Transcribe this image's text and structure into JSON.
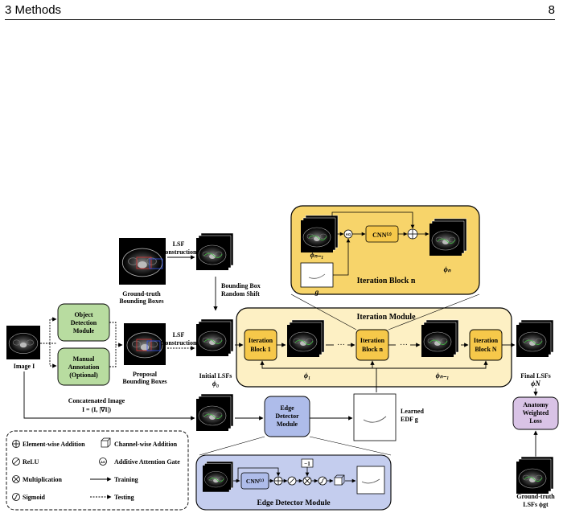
{
  "header": {
    "section": "3 Methods",
    "page_number": "8"
  },
  "figure": {
    "iteration_block_detail": {
      "title": "Iteration Block n",
      "input_phi": "ϕₙ₋₁",
      "input_g": "g",
      "ag_label": "AG",
      "cnn_label": "CNN⁽²⁾",
      "output_phi": "ϕₙ"
    },
    "top_left": {
      "gt_boxes_label_1": "Ground-truth",
      "gt_boxes_label_2": "Bounding Boxes",
      "lsf_construction_1": "LSF",
      "lsf_construction_2": "Construction",
      "shift_label_1": "Bounding Box",
      "shift_label_2": "Random Shift"
    },
    "iteration_module": {
      "title": "Iteration Module",
      "block1_l1": "Iteration",
      "block1_l2": "Block 1",
      "blockn_l1": "Iteration",
      "blockn_l2": "Block n",
      "blockN_l1": "Iteration",
      "blockN_l2": "Block N",
      "phi1": "ϕ₁",
      "phiN1": "ϕₙ₋₁",
      "dots1": "···",
      "dots2": "···"
    },
    "left": {
      "image_label": "Image I",
      "obj_det_1": "Object",
      "obj_det_2": "Detection",
      "obj_det_3": "Module",
      "manual_1": "Manual",
      "manual_2": "Annotation",
      "manual_3": "(Optional)",
      "proposal_1": "Proposal",
      "proposal_2": "Bounding Boxes",
      "lsf2_1": "LSF",
      "lsf2_2": "Construction",
      "init_1": "Initial LSFs",
      "init_2": "ϕ₀"
    },
    "right": {
      "final_1": "Final LSFs",
      "final_2": "ϕN",
      "loss_1": "Anatomy",
      "loss_2": "Weighted",
      "loss_3": "Loss",
      "gt_lsf_1": "Ground-truth",
      "gt_lsf_2": "LSFs ϕgt"
    },
    "middle": {
      "concat_1": "Concatenated Image",
      "concat_2": "I = (I, |∇I|)",
      "edge_1": "Edge",
      "edge_2": "Detector",
      "edge_3": "Module",
      "edf_1": "Learned",
      "edf_2": "EDF g"
    },
    "legend": {
      "add": "Element-wise Addition",
      "channel": "Channel-wise Addition",
      "relu": "ReLU",
      "ag": "Additive Attention Gate",
      "ag_symbol": "AG",
      "mult": "Multiplication",
      "training": "Training",
      "sigmoid": "Sigmoid",
      "testing": "Testing"
    },
    "edge_detail": {
      "title": "Edge Detector Module",
      "cnn_label": "CNN⁽¹⁾",
      "minus_one": "−1"
    }
  },
  "colors": {
    "yellow_panel": "#f7d46a",
    "yellow_block": "#f6c84a",
    "iteration_module_bg": "#fdf0c4",
    "green": "#b8dca0",
    "blue_panel": "#c4cdee",
    "blue_block": "#aebcea",
    "purple": "#d9c3e6"
  }
}
